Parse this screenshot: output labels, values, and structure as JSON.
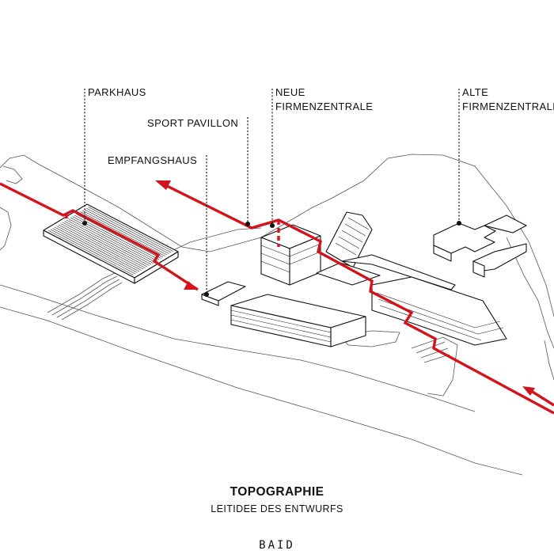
{
  "labels": {
    "parkhaus": "PARKHAUS",
    "neue_line1": "NEUE",
    "neue_line2": "FIRMENZENTRALE",
    "sport_pavillon": "SPORT PAVILLON",
    "empfangshaus": "EMPFANGSHAUS",
    "alte_line1": "ALTE",
    "alte_line2": "FIRMENZENTRALE"
  },
  "caption": {
    "title": "TOPOGRAPHIE",
    "subtitle": "LEITIDEE DES ENTWURFS"
  },
  "brand": "BAID",
  "colors": {
    "route": "#d2141c",
    "ink": "#111111",
    "background": "#ffffff"
  }
}
